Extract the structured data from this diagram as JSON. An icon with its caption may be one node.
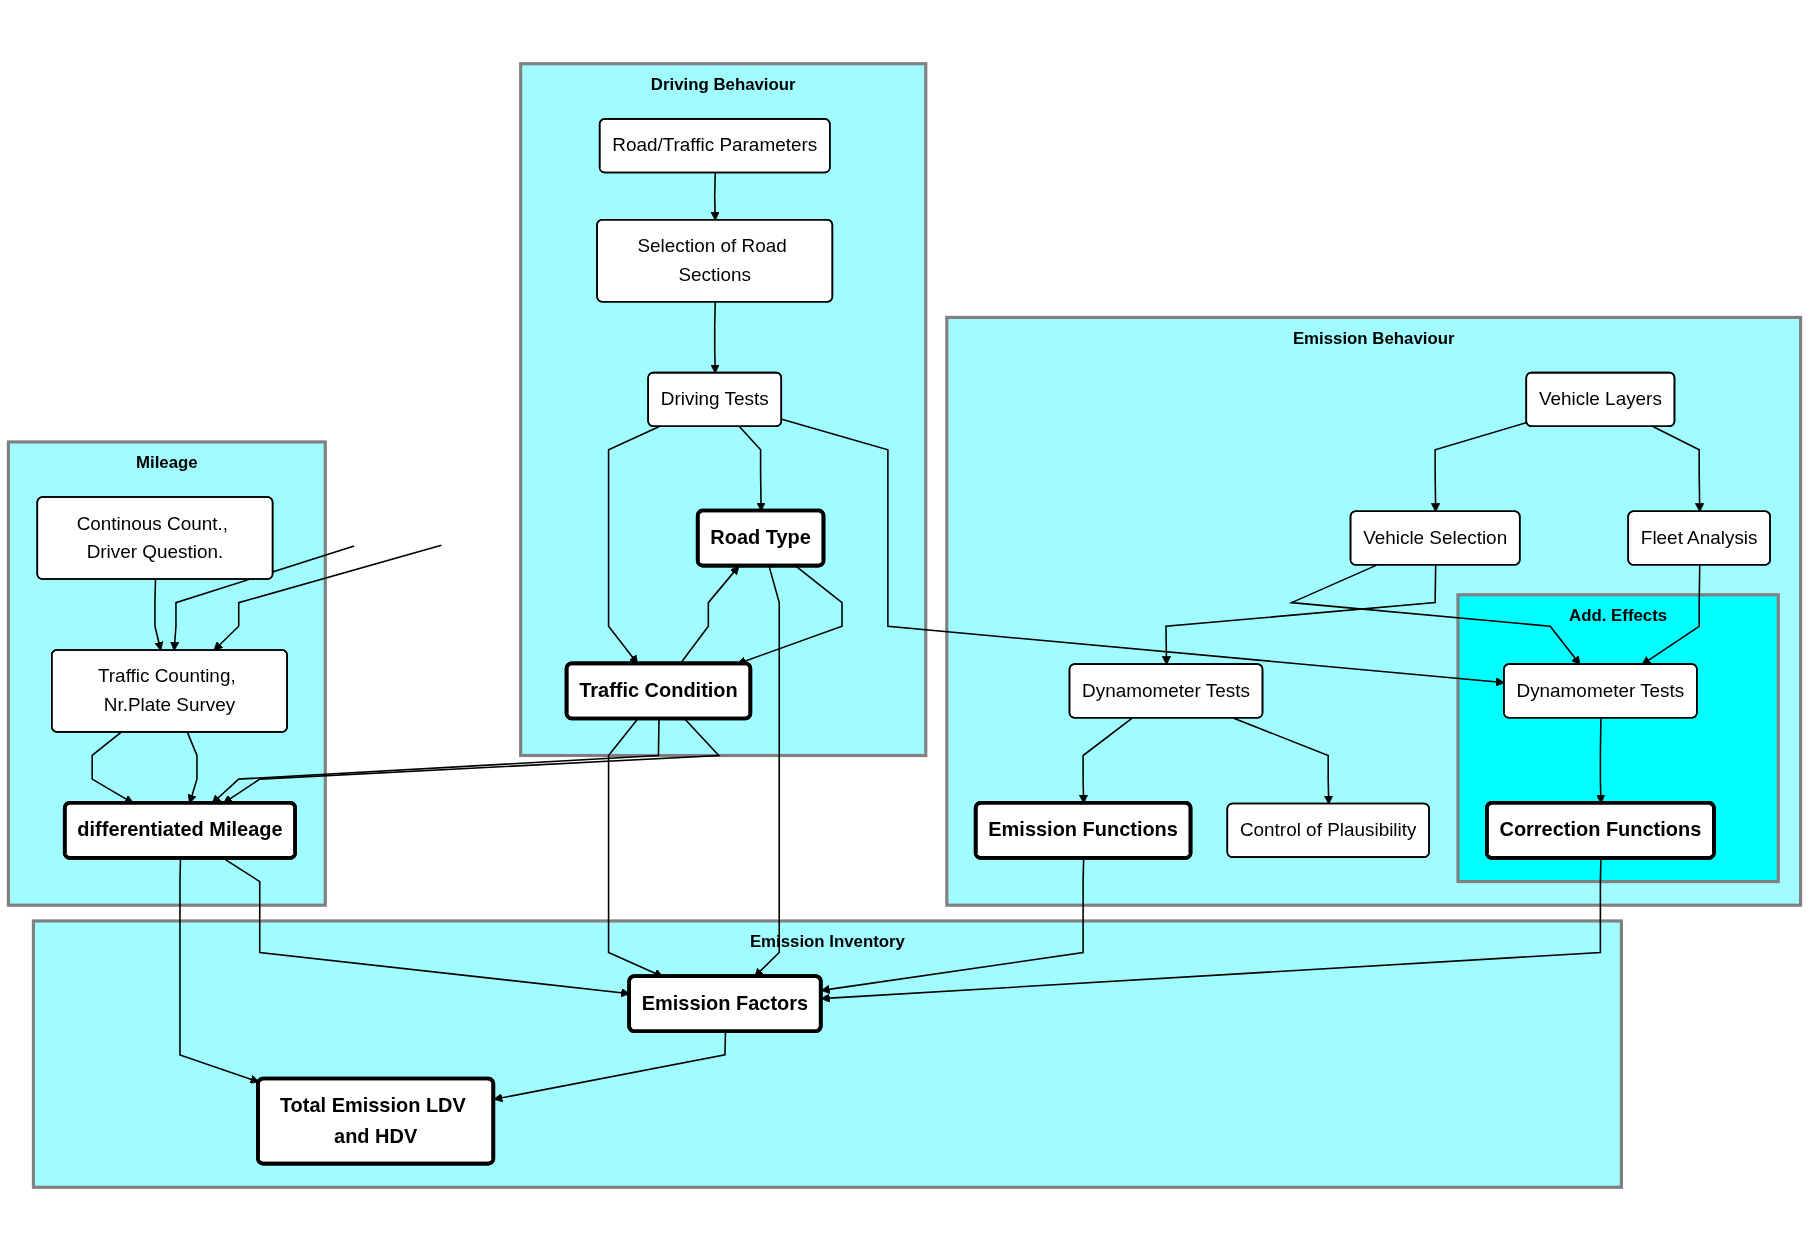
{
  "diagram": {
    "nodes": [
      {
        "text": [
          "Emission Behaviour"
        ]
      },
      {
        "text": [
          "Vehicle Layers"
        ],
        "in": 0
      },
      {
        "text": [
          "Fleet Analysis"
        ],
        "in": 0
      },
      {
        "text": [
          "Vehicle Selection"
        ],
        "in": 0
      },
      {
        "text": [
          "Add. Effects"
        ],
        "in": 0
      },
      {
        "text": [
          "Dynamometer Tests"
        ],
        "in": 0
      },
      {
        "text": [
          "Dynamometer Tests"
        ],
        "in": 4
      },
      {
        "text": [
          "Control of Plausibility"
        ],
        "in": 0
      },
      {
        "text": [
          "Correction Functions"
        ],
        "in": 4
      },
      {
        "text": [
          "Emission Functions"
        ],
        "in": 0
      },
      {
        "text": [
          "Driving Behaviour"
        ]
      },
      {
        "text": [
          "Road/Traffic Parameters"
        ],
        "in": 10
      },
      {
        "text": [
          "Selection of Road Sections"
        ],
        "in": 10
      },
      {
        "text": [
          "Driving Tests"
        ],
        "in": 10
      },
      {
        "text": [
          "Road Type"
        ],
        "in": 10
      },
      {
        "text": [
          "Traffic Condition"
        ],
        "in": 10
      },
      {
        "text": [
          "Mileage"
        ]
      },
      {
        "text": [
          "Continous Count., Driver Question."
        ],
        "in": 16
      },
      {
        "text": [
          "Traffic Counting, Nr.Plate Survey"
        ],
        "in": 16
      },
      {
        "text": [
          "differentiated Mileage"
        ],
        "in": 16
      },
      {
        "text": [
          "Emission Inventory"
        ]
      },
      {
        "text": [
          "Emission Factors"
        ],
        "in": 20
      },
      {
        "text": [
          "Total Emission LDV and HDV"
        ],
        "in": 20
      }
    ],
    "edges": [
      {
        "from": 1,
        "to": 2,
        "arrow": "to"
      },
      {
        "from": 1,
        "to": 3,
        "arrow": "to"
      },
      {
        "from": 2,
        "to": 6,
        "arrow": "to"
      },
      {
        "from": 3,
        "to": 5,
        "arrow": "to"
      },
      {
        "from": 3,
        "to": 6,
        "arrow": "to"
      },
      {
        "from": 5,
        "to": 7,
        "arrow": "to"
      },
      {
        "from": 5,
        "to": 9,
        "arrow": "to"
      },
      {
        "from": 6,
        "to": 8,
        "arrow": "to"
      },
      {
        "from": 13,
        "to": 6,
        "arrow": "to"
      },
      {
        "from": 11,
        "to": 12,
        "arrow": "to"
      },
      {
        "from": 12,
        "to": 13,
        "arrow": "to"
      },
      {
        "from": 13,
        "to": 14,
        "arrow": "to"
      },
      {
        "from": 13,
        "to": 15,
        "arrow": "to"
      },
      {
        "from": 14,
        "to": 15,
        "arrow": "to"
      },
      {
        "from": 15,
        "to": 14,
        "arrow": "to"
      },
      {
        "from": null,
        "to": 18,
        "arrow": "to"
      },
      {
        "from": null,
        "to": 18,
        "arrow": "to"
      },
      {
        "from": 17,
        "to": 18,
        "arrow": "to"
      },
      {
        "from": 18,
        "to": 19,
        "arrow": "to"
      },
      {
        "from": 18,
        "to": 19,
        "arrow": "to"
      },
      {
        "from": 15,
        "to": 19,
        "arrow": "to"
      },
      {
        "from": 15,
        "to": 19,
        "arrow": "to"
      },
      {
        "from": 9,
        "to": 21,
        "arrow": "to"
      },
      {
        "from": 8,
        "to": 21,
        "arrow": "to"
      },
      {
        "from": 14,
        "to": 21,
        "arrow": "to"
      },
      {
        "from": 15,
        "to": 21,
        "arrow": "to"
      },
      {
        "from": 19,
        "to": 21,
        "arrow": "to"
      },
      {
        "from": 19,
        "to": 22,
        "arrow": "to"
      },
      {
        "from": 21,
        "to": 22,
        "arrow": "to"
      }
    ]
  }
}
